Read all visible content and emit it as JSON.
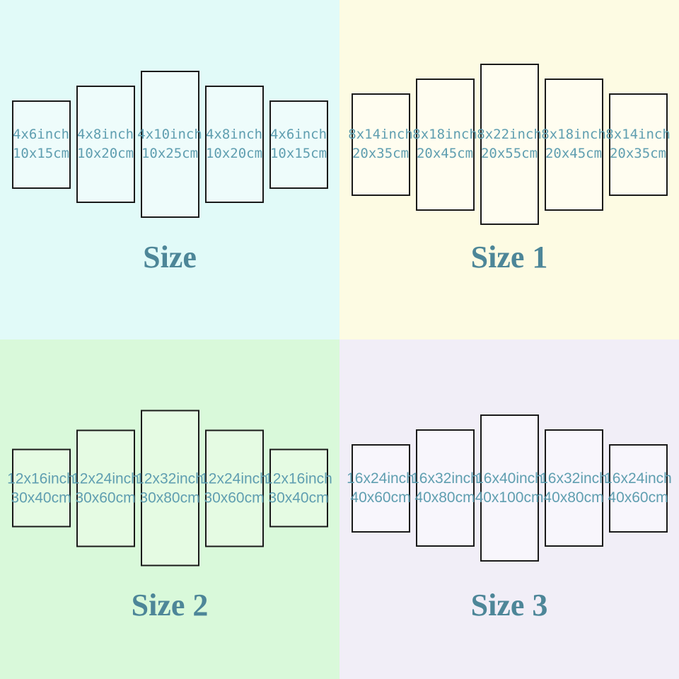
{
  "colors": {
    "panel_border": "#1a1a1a",
    "label_text": "#5f9eb0",
    "title_text": "#4d8698"
  },
  "quadrants": [
    {
      "title": "Size",
      "background": "#e1faf8",
      "panel_fill": "#eefcfb",
      "panels": [
        {
          "inch_label": "4x6inch",
          "cm_label": "10x15cm",
          "width_in": 4,
          "height_in": 6
        },
        {
          "inch_label": "4x8inch",
          "cm_label": "10x20cm",
          "width_in": 4,
          "height_in": 8
        },
        {
          "inch_label": "4x10inch",
          "cm_label": "10x25cm",
          "width_in": 4,
          "height_in": 10
        },
        {
          "inch_label": "4x8inch",
          "cm_label": "10x20cm",
          "width_in": 4,
          "height_in": 8
        },
        {
          "inch_label": "4x6inch",
          "cm_label": "10x15cm",
          "width_in": 4,
          "height_in": 6
        }
      ]
    },
    {
      "title": "Size 1",
      "background": "#fdfbe3",
      "panel_fill": "#fffdf0",
      "panels": [
        {
          "inch_label": "8x14inch",
          "cm_label": "20x35cm",
          "width_in": 8,
          "height_in": 14
        },
        {
          "inch_label": "8x18inch",
          "cm_label": "20x45cm",
          "width_in": 8,
          "height_in": 18
        },
        {
          "inch_label": "8x22inch",
          "cm_label": "20x55cm",
          "width_in": 8,
          "height_in": 22
        },
        {
          "inch_label": "8x18inch",
          "cm_label": "20x45cm",
          "width_in": 8,
          "height_in": 18
        },
        {
          "inch_label": "8x14inch",
          "cm_label": "20x35cm",
          "width_in": 8,
          "height_in": 14
        }
      ]
    },
    {
      "title": "Size 2",
      "background": "#d9f9da",
      "panel_fill": "#e5fbe3",
      "panels": [
        {
          "inch_label": "12x16inch",
          "cm_label": "30x40cm",
          "width_in": 12,
          "height_in": 16
        },
        {
          "inch_label": "12x24inch",
          "cm_label": "30x60cm",
          "width_in": 12,
          "height_in": 24
        },
        {
          "inch_label": "12x32inch",
          "cm_label": "30x80cm",
          "width_in": 12,
          "height_in": 32
        },
        {
          "inch_label": "12x24inch",
          "cm_label": "30x60cm",
          "width_in": 12,
          "height_in": 24
        },
        {
          "inch_label": "12x16inch",
          "cm_label": "30x40cm",
          "width_in": 12,
          "height_in": 16
        }
      ]
    },
    {
      "title": "Size 3",
      "background": "#f1eef7",
      "panel_fill": "#f8f6fc",
      "panels": [
        {
          "inch_label": "16x24inch",
          "cm_label": "40x60cm",
          "width_in": 16,
          "height_in": 24
        },
        {
          "inch_label": "16x32inch",
          "cm_label": "40x80cm",
          "width_in": 16,
          "height_in": 32
        },
        {
          "inch_label": "16x40inch",
          "cm_label": "40x100cm",
          "width_in": 16,
          "height_in": 40
        },
        {
          "inch_label": "16x32inch",
          "cm_label": "40x80cm",
          "width_in": 16,
          "height_in": 32
        },
        {
          "inch_label": "16x24inch",
          "cm_label": "40x60cm",
          "width_in": 16,
          "height_in": 24
        }
      ]
    }
  ]
}
